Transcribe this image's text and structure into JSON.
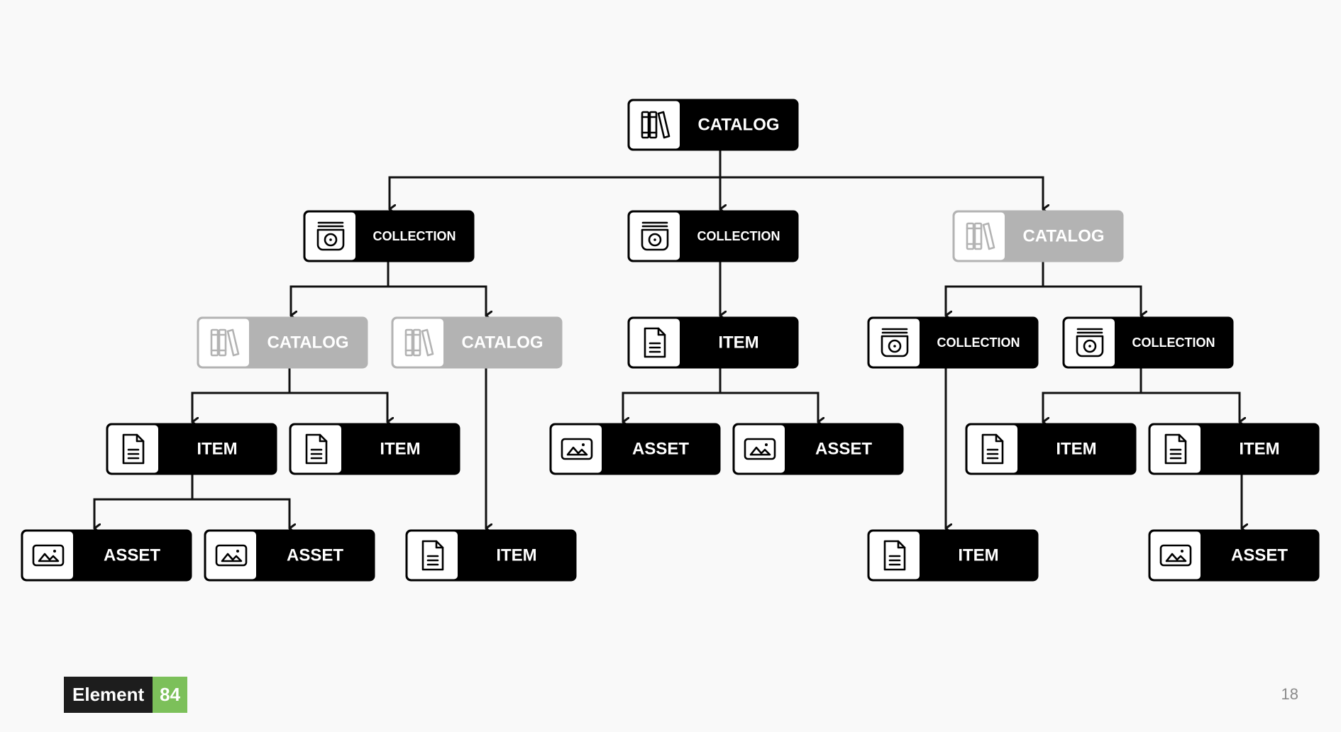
{
  "diagram": {
    "nodes": [
      {
        "id": "root",
        "label": "CATALOG",
        "kind": "catalog",
        "muted": false
      },
      {
        "id": "col_a",
        "label": "COLLECTION",
        "kind": "collection",
        "muted": false
      },
      {
        "id": "col_b",
        "label": "COLLECTION",
        "kind": "collection",
        "muted": false
      },
      {
        "id": "cat_c",
        "label": "CATALOG",
        "kind": "catalog",
        "muted": true
      },
      {
        "id": "cat_a1",
        "label": "CATALOG",
        "kind": "catalog",
        "muted": true
      },
      {
        "id": "cat_a2",
        "label": "CATALOG",
        "kind": "catalog",
        "muted": true
      },
      {
        "id": "item_b",
        "label": "ITEM",
        "kind": "item",
        "muted": false
      },
      {
        "id": "col_c1",
        "label": "COLLECTION",
        "kind": "collection",
        "muted": false
      },
      {
        "id": "col_c2",
        "label": "COLLECTION",
        "kind": "collection",
        "muted": false
      },
      {
        "id": "item_a1x",
        "label": "ITEM",
        "kind": "item",
        "muted": false
      },
      {
        "id": "item_a1y",
        "label": "ITEM",
        "kind": "item",
        "muted": false
      },
      {
        "id": "asset_b1",
        "label": "ASSET",
        "kind": "asset",
        "muted": false
      },
      {
        "id": "asset_b2",
        "label": "ASSET",
        "kind": "asset",
        "muted": false
      },
      {
        "id": "item_c2x",
        "label": "ITEM",
        "kind": "item",
        "muted": false
      },
      {
        "id": "item_c2y",
        "label": "ITEM",
        "kind": "item",
        "muted": false
      },
      {
        "id": "asset_a1",
        "label": "ASSET",
        "kind": "asset",
        "muted": false
      },
      {
        "id": "asset_a2",
        "label": "ASSET",
        "kind": "asset",
        "muted": false
      },
      {
        "id": "item_a2",
        "label": "ITEM",
        "kind": "item",
        "muted": false
      },
      {
        "id": "item_c1",
        "label": "ITEM",
        "kind": "item",
        "muted": false
      },
      {
        "id": "asset_c2",
        "label": "ASSET",
        "kind": "asset",
        "muted": false
      }
    ],
    "edges": [
      {
        "from": "root",
        "to": "col_a"
      },
      {
        "from": "root",
        "to": "col_b"
      },
      {
        "from": "root",
        "to": "cat_c"
      },
      {
        "from": "col_a",
        "to": "cat_a1"
      },
      {
        "from": "col_a",
        "to": "cat_a2"
      },
      {
        "from": "col_b",
        "to": "item_b"
      },
      {
        "from": "cat_c",
        "to": "col_c1"
      },
      {
        "from": "cat_c",
        "to": "col_c2"
      },
      {
        "from": "cat_a1",
        "to": "item_a1x"
      },
      {
        "from": "cat_a1",
        "to": "item_a1y"
      },
      {
        "from": "cat_a2",
        "to": "item_a2"
      },
      {
        "from": "item_b",
        "to": "asset_b1"
      },
      {
        "from": "item_b",
        "to": "asset_b2"
      },
      {
        "from": "col_c1",
        "to": "item_c1"
      },
      {
        "from": "col_c2",
        "to": "item_c2x"
      },
      {
        "from": "col_c2",
        "to": "item_c2y"
      },
      {
        "from": "item_a1x",
        "to": "asset_a1"
      },
      {
        "from": "item_a1x",
        "to": "asset_a2"
      },
      {
        "from": "item_c2y",
        "to": "asset_c2"
      }
    ]
  },
  "colors": {
    "background": "#f9f9f9",
    "node_active": "#000000",
    "node_muted": "#b3b3b3",
    "icon_bg": "#ffffff",
    "edge": "#111111",
    "brand_green": "#7cc05a",
    "brand_dark": "#1d1d1d",
    "page_number": "#8a8a8a"
  },
  "icons": {
    "catalog": "books-icon",
    "collection": "collection-stack-icon",
    "item": "document-icon",
    "asset": "image-icon"
  },
  "footer": {
    "logo_word": "Element",
    "logo_number": "84",
    "page_number": "18"
  }
}
